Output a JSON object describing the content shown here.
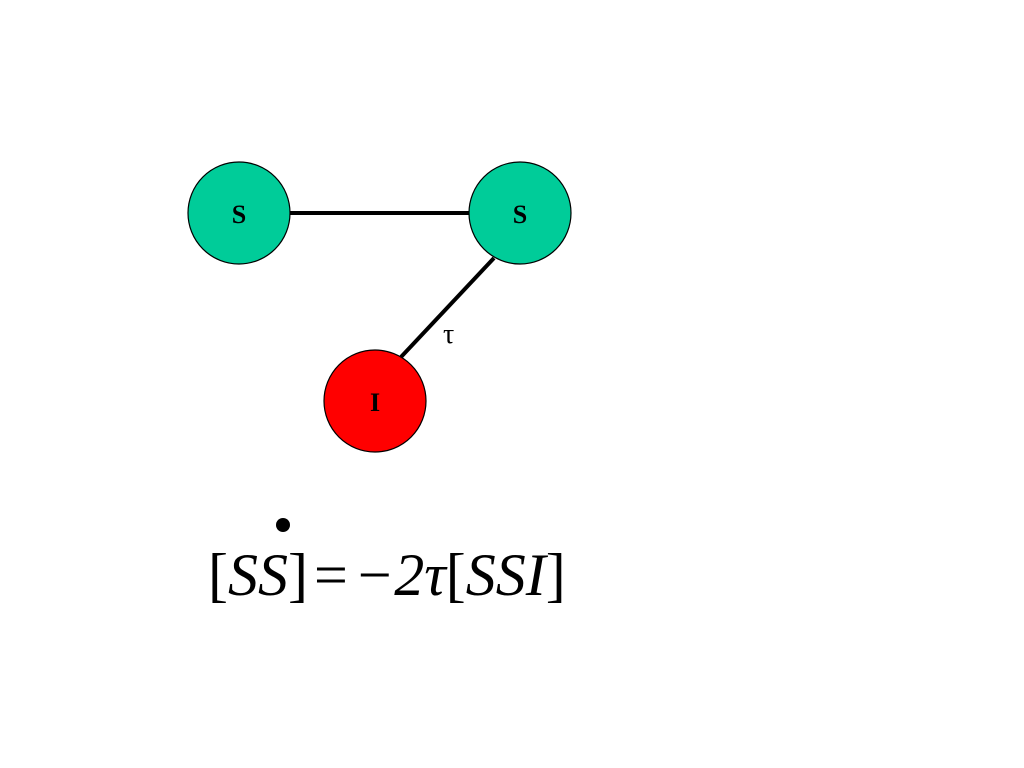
{
  "nodes": [
    {
      "id": "s1",
      "label": "S",
      "color": "#00CC99"
    },
    {
      "id": "s2",
      "label": "S",
      "color": "#00CC99"
    },
    {
      "id": "i1",
      "label": "I",
      "color": "#FF0000"
    }
  ],
  "edges": [
    {
      "from": "s1",
      "to": "s2",
      "label": ""
    },
    {
      "from": "s2",
      "to": "i1",
      "label": "τ"
    }
  ],
  "equation": {
    "open_bracket_left": "[",
    "lhs": "SS",
    "close_bracket_left": "]",
    "equals": "=",
    "coefficient": "−2τ",
    "open_bracket_right": "[",
    "rhs": "SSI",
    "close_bracket_right": "]"
  }
}
